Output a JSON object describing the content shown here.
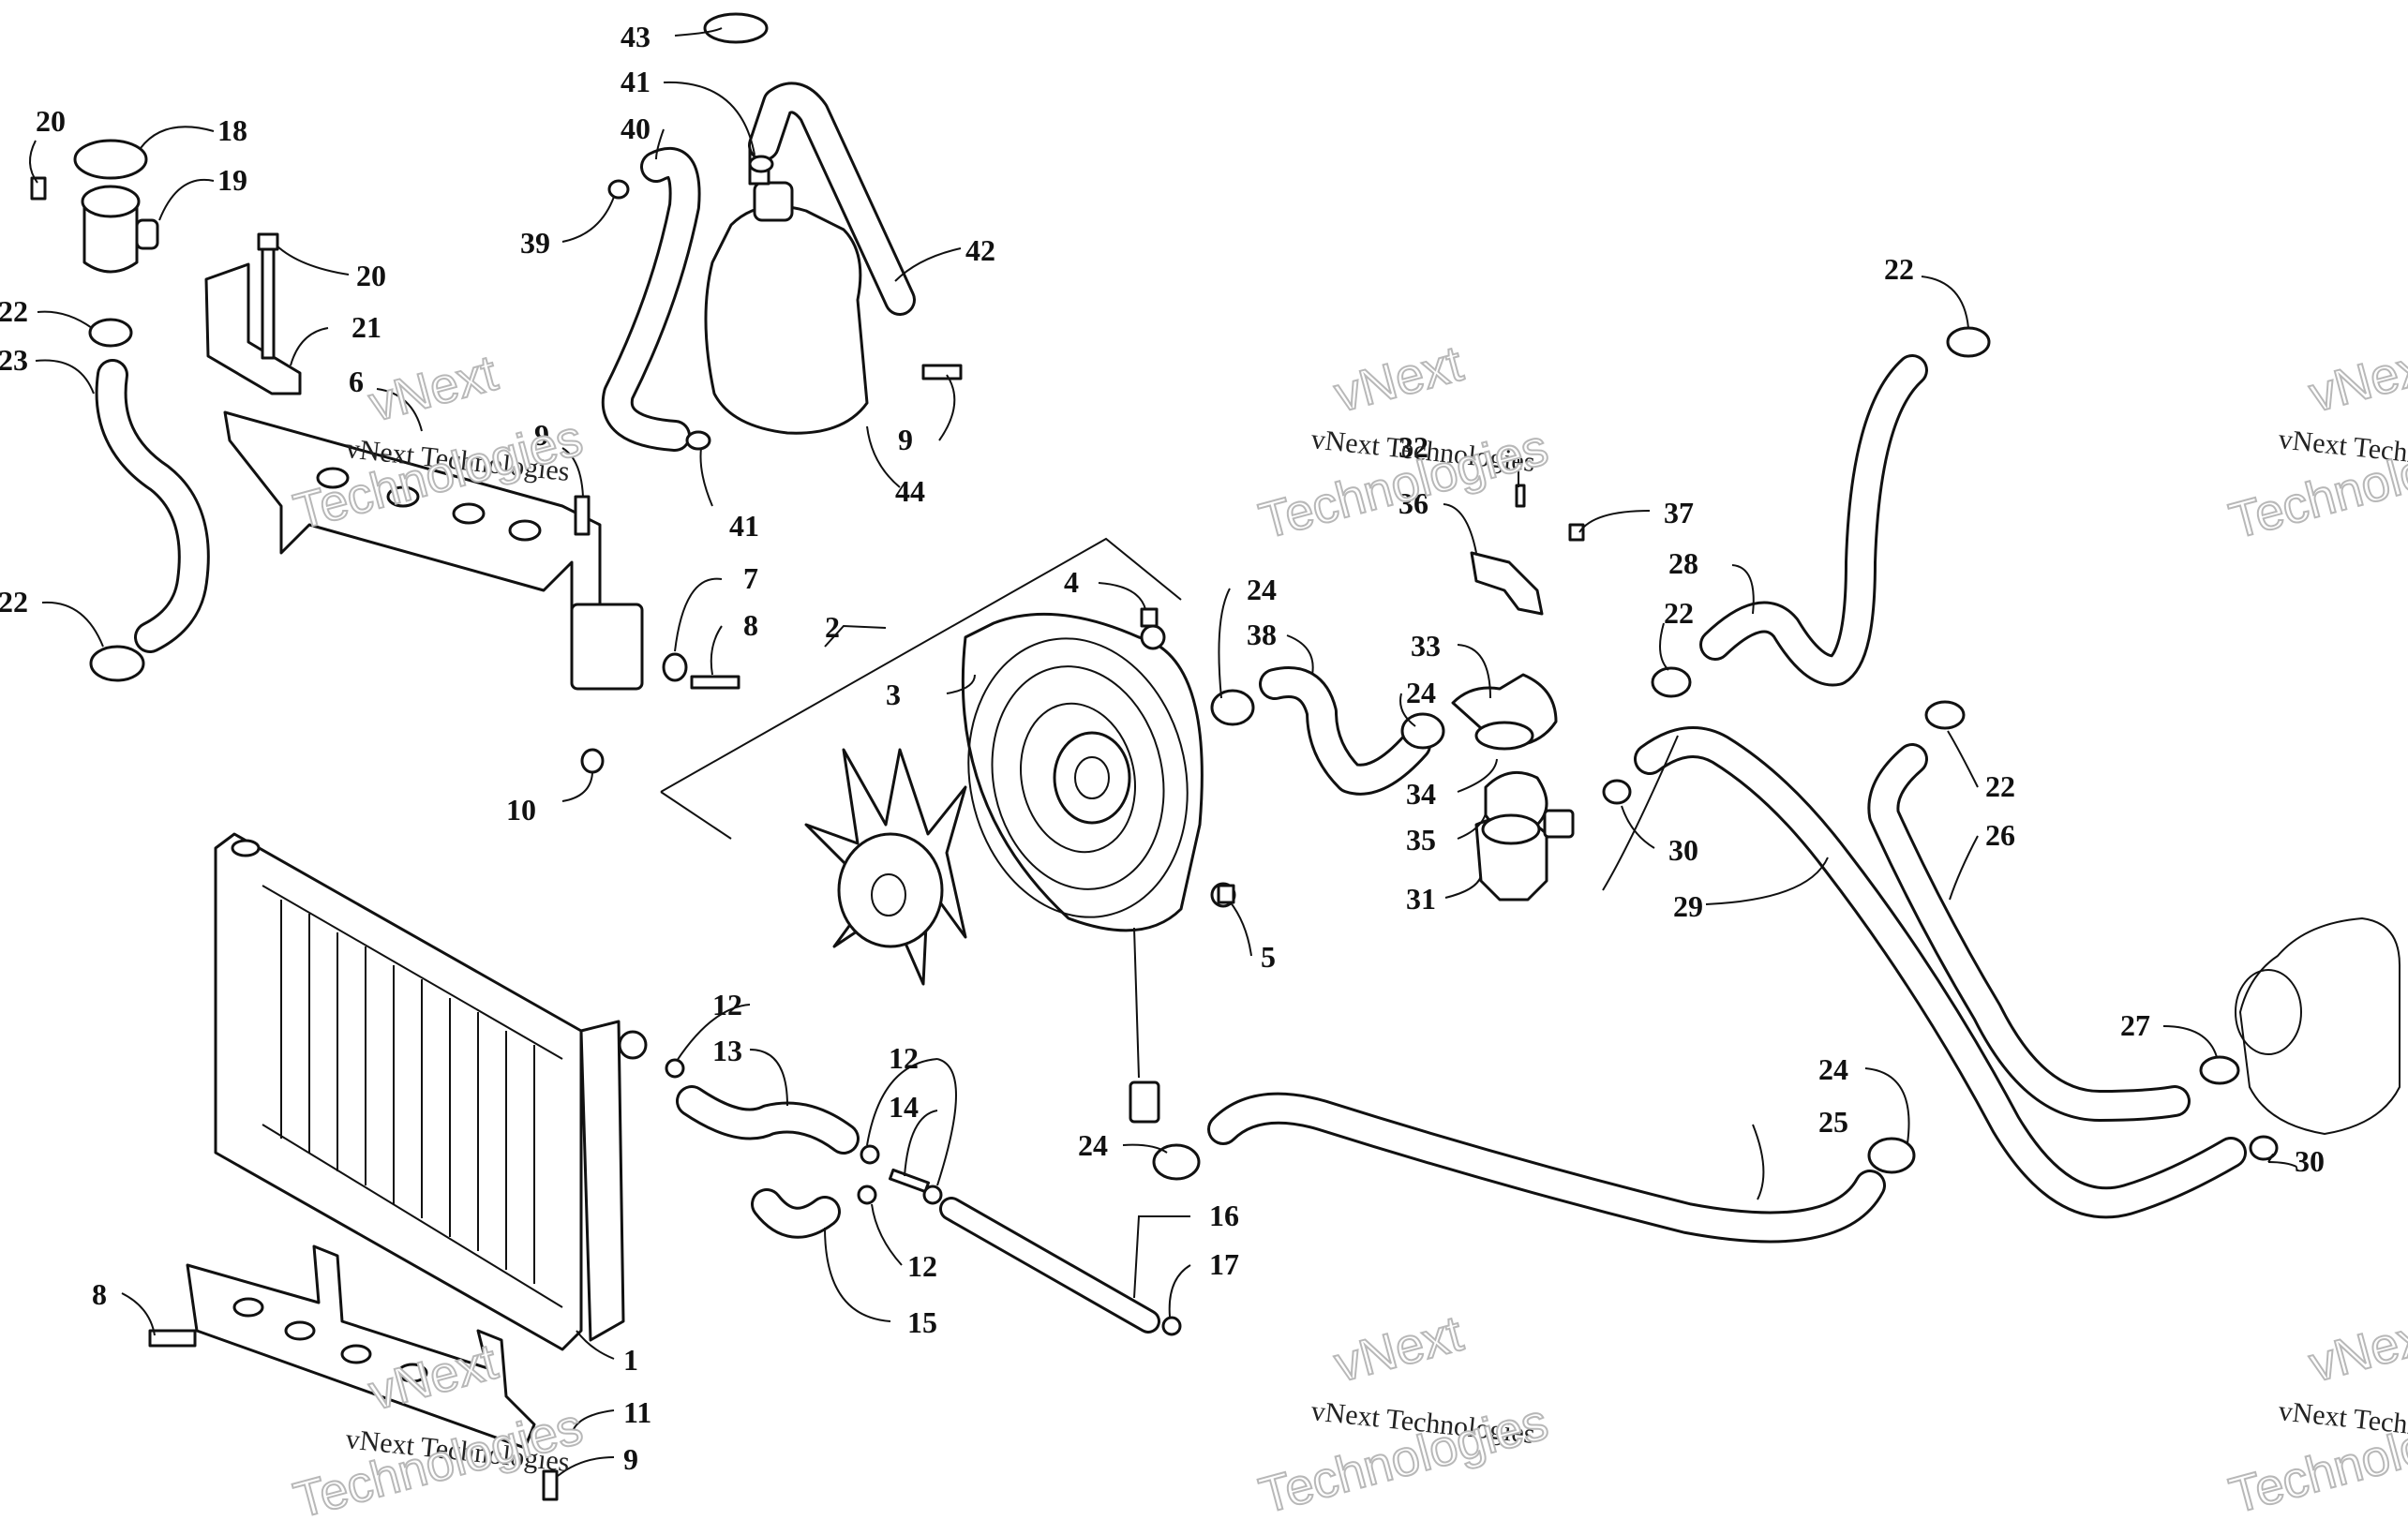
{
  "callouts": [
    {
      "id": "c20a",
      "text": "20"
    },
    {
      "id": "c18",
      "text": "18"
    },
    {
      "id": "c19",
      "text": "19"
    },
    {
      "id": "c20b",
      "text": "20"
    },
    {
      "id": "c21",
      "text": "21"
    },
    {
      "id": "c22a",
      "text": "22"
    },
    {
      "id": "c23",
      "text": "23"
    },
    {
      "id": "c6",
      "text": "6"
    },
    {
      "id": "c22b",
      "text": "22"
    },
    {
      "id": "c9a",
      "text": "9"
    },
    {
      "id": "c7",
      "text": "7"
    },
    {
      "id": "c8a",
      "text": "8"
    },
    {
      "id": "c10",
      "text": "10"
    },
    {
      "id": "c43",
      "text": "43"
    },
    {
      "id": "c41a",
      "text": "41"
    },
    {
      "id": "c40",
      "text": "40"
    },
    {
      "id": "c39",
      "text": "39"
    },
    {
      "id": "c42",
      "text": "42"
    },
    {
      "id": "c9b",
      "text": "9"
    },
    {
      "id": "c44",
      "text": "44"
    },
    {
      "id": "c41b",
      "text": "41"
    },
    {
      "id": "c2",
      "text": "2"
    },
    {
      "id": "c3",
      "text": "3"
    },
    {
      "id": "c4",
      "text": "4"
    },
    {
      "id": "c5",
      "text": "5"
    },
    {
      "id": "c24a",
      "text": "24"
    },
    {
      "id": "c38",
      "text": "38"
    },
    {
      "id": "c24b",
      "text": "24"
    },
    {
      "id": "c32",
      "text": "32"
    },
    {
      "id": "c36",
      "text": "36"
    },
    {
      "id": "c37",
      "text": "37"
    },
    {
      "id": "c33",
      "text": "33"
    },
    {
      "id": "c34",
      "text": "34"
    },
    {
      "id": "c35",
      "text": "35"
    },
    {
      "id": "c31",
      "text": "31"
    },
    {
      "id": "c28",
      "text": "28"
    },
    {
      "id": "c22c",
      "text": "22"
    },
    {
      "id": "c30a",
      "text": "30"
    },
    {
      "id": "c29",
      "text": "29"
    },
    {
      "id": "c22d",
      "text": "22"
    },
    {
      "id": "c22e",
      "text": "22"
    },
    {
      "id": "c26",
      "text": "26"
    },
    {
      "id": "c27",
      "text": "27"
    },
    {
      "id": "c30b",
      "text": "30"
    },
    {
      "id": "c12a",
      "text": "12"
    },
    {
      "id": "c13",
      "text": "13"
    },
    {
      "id": "c12b",
      "text": "12"
    },
    {
      "id": "c14",
      "text": "14"
    },
    {
      "id": "c12c",
      "text": "12"
    },
    {
      "id": "c15",
      "text": "15"
    },
    {
      "id": "c16",
      "text": "16"
    },
    {
      "id": "c17",
      "text": "17"
    },
    {
      "id": "c24c",
      "text": "24"
    },
    {
      "id": "c24d",
      "text": "24"
    },
    {
      "id": "c25",
      "text": "25"
    },
    {
      "id": "c1",
      "text": "1"
    },
    {
      "id": "c8b",
      "text": "8"
    },
    {
      "id": "c11",
      "text": "11"
    },
    {
      "id": "c9c",
      "text": "9"
    }
  ],
  "watermarks": {
    "company": "vNext Technologies",
    "brand": "vNext",
    "word": "Technologies"
  }
}
